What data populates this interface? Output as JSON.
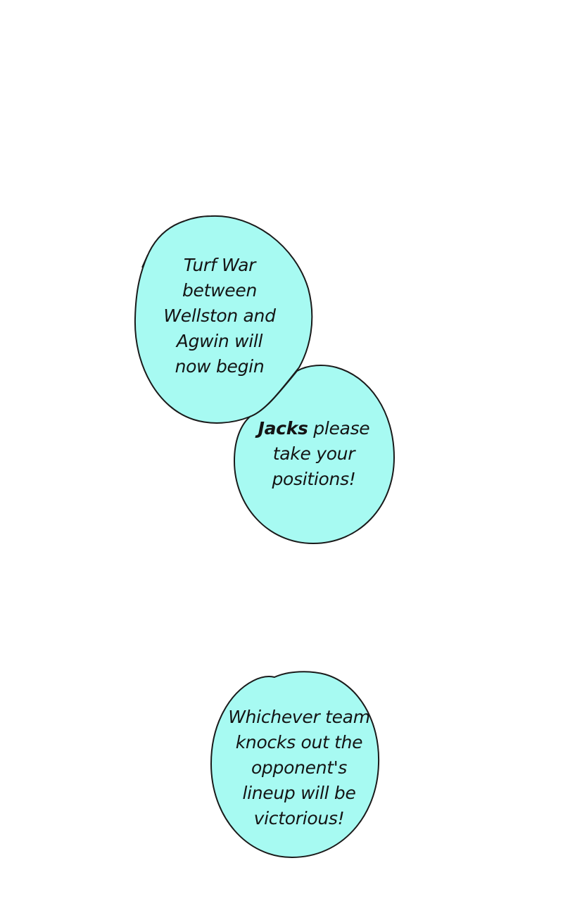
{
  "colors": {
    "background": "#ffffff",
    "bubble_fill": "#a7faf2",
    "bubble_stroke": "#1a1a1a",
    "text": "#141414"
  },
  "bubbles": {
    "first": {
      "lines": [
        "Turf War",
        "between",
        "Wellston and",
        "Agwin will",
        "now begin"
      ]
    },
    "second": {
      "bold": "Jacks",
      "rest": " please",
      "lines": [
        "take your",
        "positions!"
      ]
    },
    "third": {
      "lines": [
        "Whichever team",
        "knocks out the",
        "opponent's",
        "lineup will be",
        "victorious!"
      ]
    }
  }
}
